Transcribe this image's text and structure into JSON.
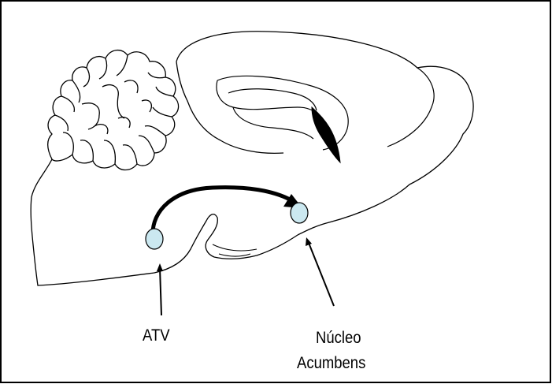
{
  "labels": {
    "atv": "ATV",
    "nucleo_line1": "Núcleo",
    "nucleo_line2": "Acumbens"
  },
  "colors": {
    "outline": "#000000",
    "nucleus_fill": "#cbe8f0",
    "background": "#ffffff"
  }
}
